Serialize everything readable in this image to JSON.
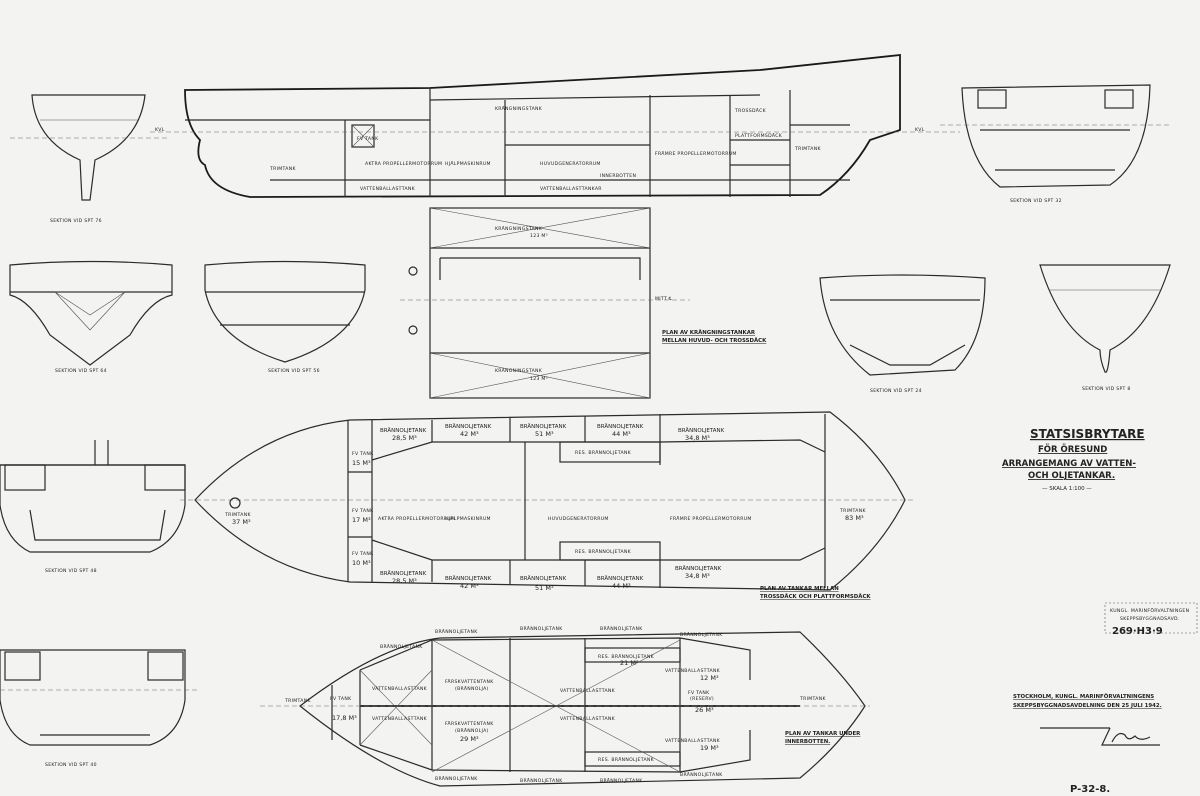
{
  "title_block": {
    "title": "STATSISBRYTARE",
    "subtitle": "FÖR ÖRESUND",
    "line1": "ARRANGEMANG AV VATTEN-",
    "line2": "OCH OLJETANKAR.",
    "scale": "— SKALA 1:100 —"
  },
  "stamp": {
    "line1": "KUNGL. MARINFÖRVALTNINGEN",
    "line2": "SKEPPSBYGGNADSAVD.",
    "number": "269·H3·9"
  },
  "origin": {
    "line1": "STOCKHOLM, KUNGL. MARINFÖRVALTNINGENS",
    "line2": "SKEPPSBYGGNADSAVDELNING DEN 25 JULI 1942."
  },
  "drawing_no": "P-32-8.",
  "sections": [
    "SEKTION VID SPT 76",
    "SEKTION VID SPT 32",
    "SEKTION VID SPT 64",
    "SEKTION VID SPT 56",
    "SEKTION VID SPT 24",
    "SEKTION VID SPT 8",
    "SEKTION VID SPT 48",
    "SEKTION VID SPT 40"
  ],
  "plans": {
    "krangning": [
      "PLAN AV KRÄNGNINGSTANKAR",
      "MELLAN HUVUD- OCH TROSSDÄCK"
    ],
    "mellan": [
      "PLAN AV TANKAR MELLAN",
      "TROSSDÄCK OCH PLATTFORMSDÄCK"
    ],
    "under": [
      "PLAN AV TANKAR UNDER",
      "INNERBOTTEN."
    ]
  },
  "profile": {
    "kl": "KRÄNGNINGSTANK",
    "trim": "TRIMTANK",
    "trim2": "TRIMTANK",
    "fv": "FV TANK",
    "aktra": "AKTRA PROPELLERMOTORRUM",
    "hjalp": "HJÄLPMASKINRUM",
    "huvud": "HUVUDGENERATORRUM",
    "framre": "FRÄMRE PROPELLERMOTORRUM",
    "vb": "VATTENBALLASTTANK",
    "vb2": "VATTENBALLASTTANKAR",
    "trossdack": "TROSSDÄCK",
    "plattform": "PLATTFORMSDÄCK",
    "innerbotten": "INNERBOTTEN",
    "kw": "KVL"
  },
  "krangning": {
    "label": "KRÄNGNINGSTANK",
    "vol": "123 M³",
    "cl": "MITT ℄"
  },
  "mellan_tanks": {
    "bo": "BRÄNNOLJETANK",
    "top_vols": [
      "28,5 M³",
      "42 M³",
      "51 M³",
      "44 M³",
      "34,8 M³"
    ],
    "bot_vols": [
      "28,5 M³",
      "42 M³",
      "51 M³",
      "44 M³",
      "34,8 M³"
    ],
    "fv": "FV TANK",
    "fv_vols": [
      "15 M³",
      "17 M³",
      "10 M³"
    ],
    "trim": "TRIMTANK",
    "trim_aft_vol": "37 M³",
    "trim_fwd_vol": "83 M³",
    "res": "RES. BRÄNNOLJETANK",
    "aktra": "AKTRA PROPELLERMOTORRUM",
    "hjalp": "HJÄLPMASKINRUM",
    "huvud": "HUVUDGENERATORRUM",
    "framre": "FRÄMRE PROPELLERMOTORRUM"
  },
  "under_tanks": {
    "bo": "BRÄNNOLJETANK",
    "vb": "VATTENBALLASTTANK",
    "fd": "FÄRSKVATTENTANK",
    "fdsub": "(BRÄNNOLJA)",
    "res": "RES. BRÄNNOLJETANK",
    "trim": "TRIMTANK",
    "fv": "FV TANK",
    "fvsub": "(RESERV)",
    "vols": [
      "12 M³",
      "29 M³",
      "17,8 M³",
      "26 M³",
      "19 M³",
      "21 M³"
    ]
  }
}
